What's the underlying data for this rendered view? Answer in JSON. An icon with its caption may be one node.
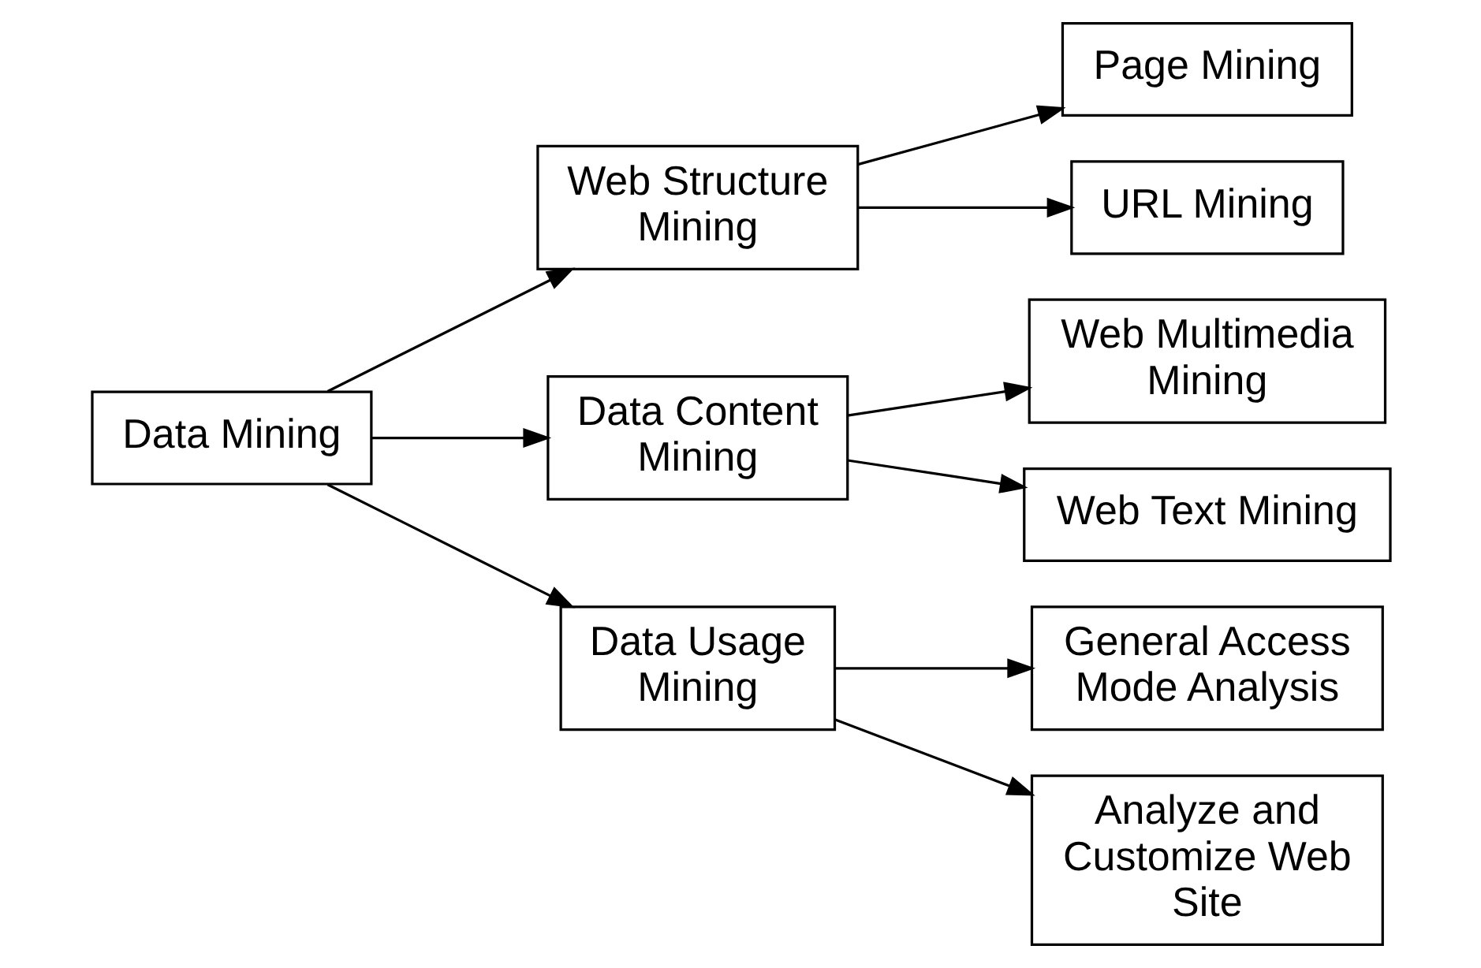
{
  "diagram": {
    "nodes": [
      {
        "text": [
          "Data Mining"
        ]
      },
      {
        "text": [
          "Web Structure Mining"
        ]
      },
      {
        "text": [
          "Data Content Mining"
        ]
      },
      {
        "text": [
          "Data Usage Mining"
        ]
      },
      {
        "text": [
          "Page Mining"
        ]
      },
      {
        "text": [
          "URL Mining"
        ]
      },
      {
        "text": [
          "Web Multimedia Mining"
        ]
      },
      {
        "text": [
          "Web Text Mining"
        ]
      },
      {
        "text": [
          "General Access Mode Analysis"
        ]
      },
      {
        "text": [
          "Analyze and Customize Web Site"
        ]
      }
    ],
    "edges": [
      {
        "from": 0,
        "to": 1,
        "arrow": "to"
      },
      {
        "from": 0,
        "to": 2,
        "arrow": "to"
      },
      {
        "from": 0,
        "to": 3,
        "arrow": "to"
      },
      {
        "from": 1,
        "to": 4,
        "arrow": "to"
      },
      {
        "from": 1,
        "to": 5,
        "arrow": "to"
      },
      {
        "from": 2,
        "to": 6,
        "arrow": "to"
      },
      {
        "from": 2,
        "to": 7,
        "arrow": "to"
      },
      {
        "from": 3,
        "to": 8,
        "arrow": "to"
      },
      {
        "from": 3,
        "to": 9,
        "arrow": "to"
      }
    ]
  }
}
